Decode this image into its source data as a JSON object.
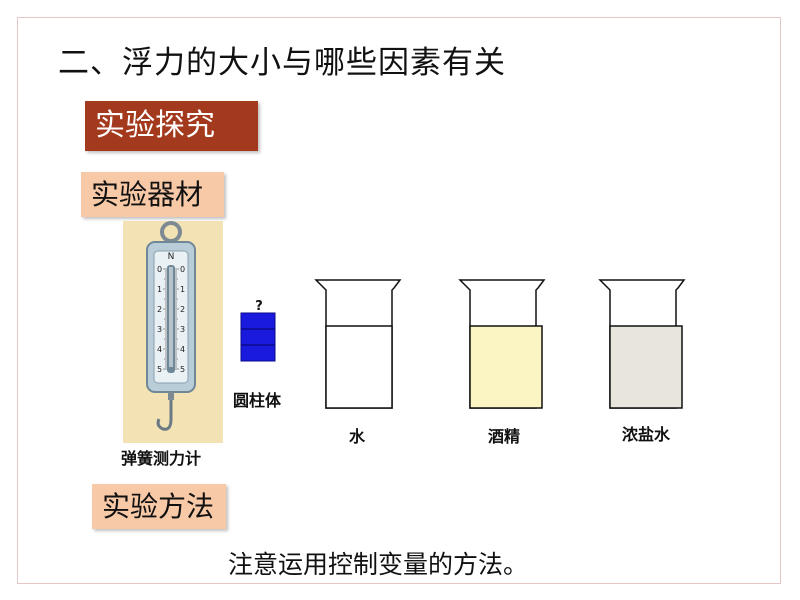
{
  "slide": {
    "title": "二、浮力的大小与哪些因素有关",
    "section_banner": "实验探究",
    "materials_tag": "实验器材",
    "method_tag": "实验方法",
    "note": "注意运用控制变量的方法。"
  },
  "materials": {
    "spring_scale": {
      "label": "弹簧测力计",
      "top_mark": "N",
      "scale_left": [
        "0",
        "1",
        "2",
        "3",
        "4",
        "5"
      ],
      "scale_right": [
        "0",
        "1",
        "2",
        "3",
        "4",
        "5"
      ]
    },
    "cylinder": {
      "label": "圆柱体",
      "mark": "?"
    },
    "beakers": [
      {
        "label": "水",
        "liquid_color": "#ffffff"
      },
      {
        "label": "酒精",
        "liquid_color": "#fbf4c3"
      },
      {
        "label": "浓盐水",
        "liquid_color": "#e7e5dc"
      }
    ]
  },
  "colors": {
    "banner": "#a33a1d",
    "tag": "#f8c9a6",
    "cylinder": "#1a1adf",
    "scale_body": "#b8cdd8",
    "scale_background": "#f3e3b4"
  }
}
